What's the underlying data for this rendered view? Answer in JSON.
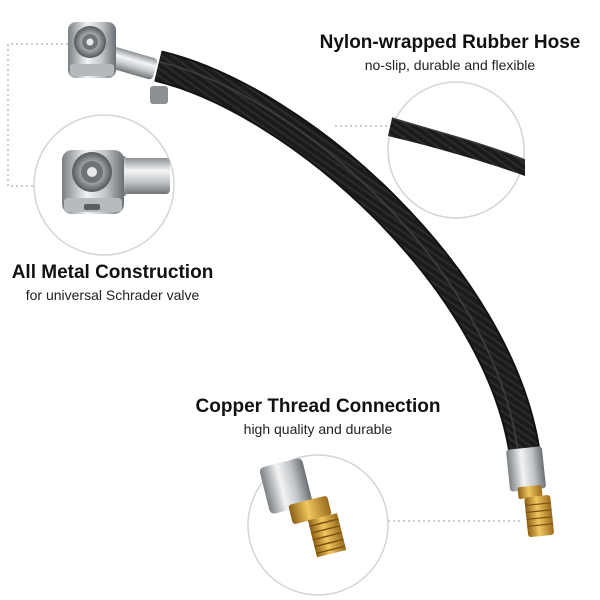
{
  "features": {
    "hose": {
      "title": "Nylon-wrapped Rubber Hose",
      "subtitle": "no-slip, durable and flexible"
    },
    "metal": {
      "title": "All Metal Construction",
      "subtitle": "for universal Schrader valve"
    },
    "copper": {
      "title": "Copper Thread Connection",
      "subtitle": "high quality and durable"
    }
  },
  "colors": {
    "hose": "#1a1a1a",
    "chrome": "#c9cccf",
    "brass": "#c8952e",
    "leader": "#8a8a8a",
    "circle": "#d6d6d6"
  }
}
